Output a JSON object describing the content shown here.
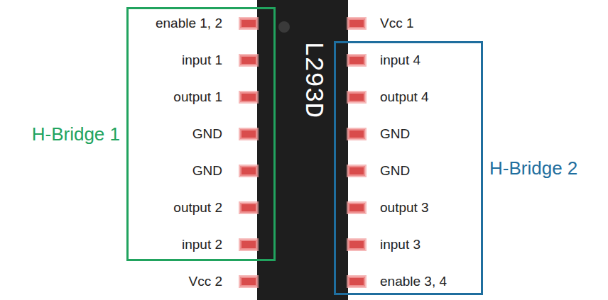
{
  "diagram": {
    "nodes": [
      {
        "text": [
          "H-Bridge 1"
        ]
      },
      {
        "text": [
          "H-Bridge 2"
        ]
      }
    ],
    "labels": [
      "enable 1, 2",
      "input 1",
      "output 1",
      "GND",
      "GND",
      "output 2",
      "input 2",
      "Vcc 2",
      "Vcc 1",
      "input 4",
      "output 4",
      "GND",
      "GND",
      "output 3",
      "input 3",
      "enable 3, 4",
      "L293D"
    ]
  }
}
